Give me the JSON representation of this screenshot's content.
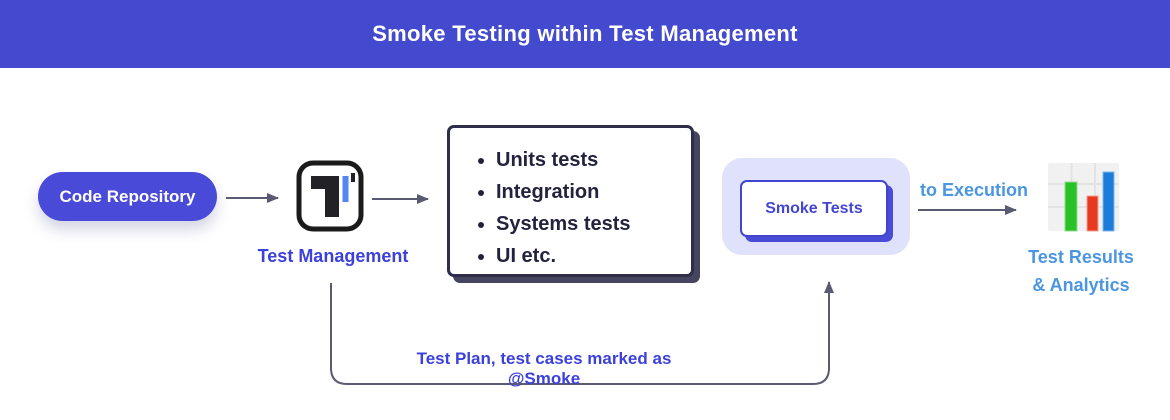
{
  "header": {
    "title": "Smoke Testing within Test Management"
  },
  "nodes": {
    "code_repository": {
      "label": "Code Repository"
    },
    "test_management": {
      "label": "Test Management",
      "icon": "testomat-logo-icon"
    },
    "test_types": {
      "items": [
        "Units tests",
        "Integration",
        "Systems tests",
        "UI etc."
      ]
    },
    "smoke_tests": {
      "label": "Smoke Tests"
    },
    "execution": {
      "label": "to Execution"
    },
    "results": {
      "line1": "Test Results",
      "line2": "& Analytics",
      "icon": "bar-chart-icon"
    }
  },
  "connector": {
    "label": "Test Plan, test cases marked as @Smoke"
  },
  "colors": {
    "banner": "#444ace",
    "pill": "#4a4ad9",
    "indigo_text": "#3c41db",
    "sky_text": "#4b96e2",
    "dark_text": "#23233e",
    "arrow": "#5a5a72",
    "lavender": "#dfe2fa",
    "smoke_border": "#4245cd",
    "logo_accent": "#5585f0",
    "chart_green": "#28c228",
    "chart_red": "#e8391f",
    "chart_blue": "#1d7cd9"
  }
}
